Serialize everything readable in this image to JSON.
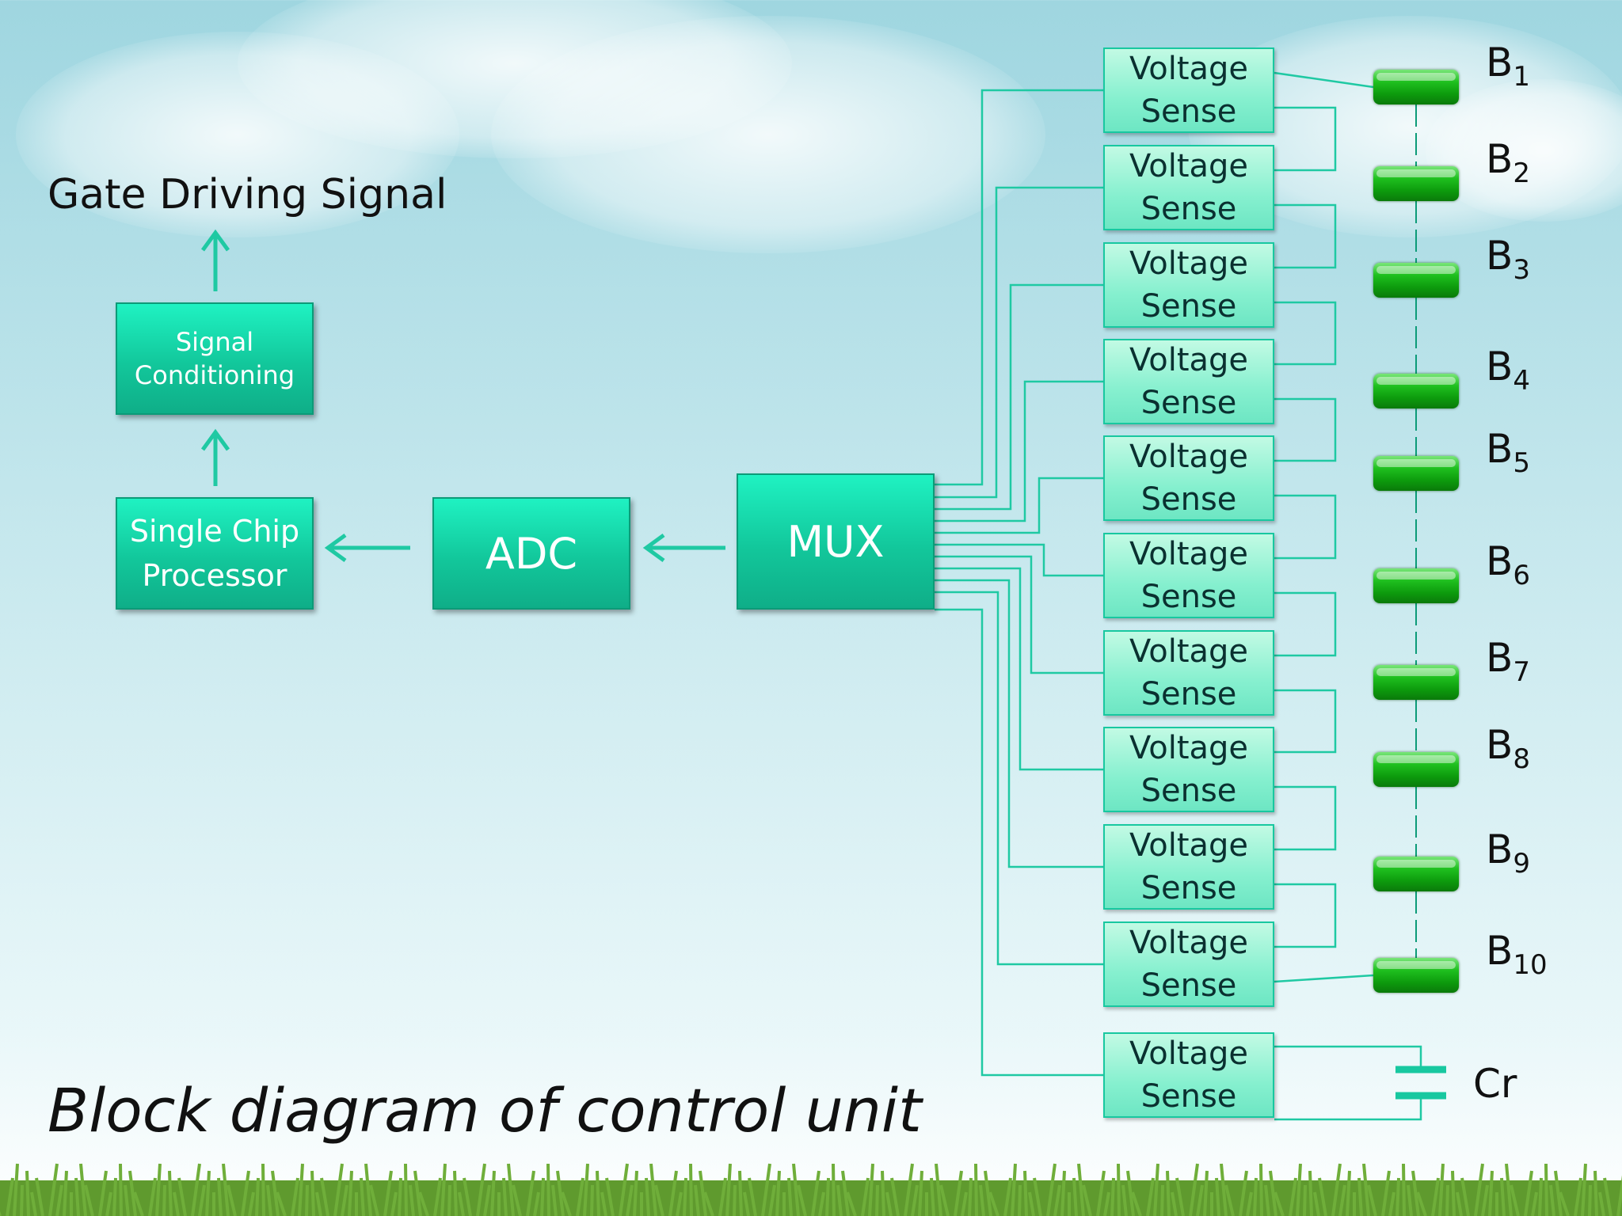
{
  "gate_label": "Gate Driving Signal",
  "signal_conditioning": {
    "line1": "Signal",
    "line2": "Conditioning"
  },
  "processor": {
    "line1": "Single Chip",
    "line2": "Processor"
  },
  "adc_label": "ADC",
  "mux_label": "MUX",
  "voltage_sense": [
    {
      "line1": "Voltage",
      "line2": "Sense"
    },
    {
      "line1": "Voltage",
      "line2": "Sense"
    },
    {
      "line1": "Voltage",
      "line2": "Sense"
    },
    {
      "line1": "Voltage",
      "line2": "Sense"
    },
    {
      "line1": "Voltage",
      "line2": "Sense"
    },
    {
      "line1": "Voltage",
      "line2": "Sense"
    },
    {
      "line1": "Voltage",
      "line2": "Sense"
    },
    {
      "line1": "Voltage",
      "line2": "Sense"
    },
    {
      "line1": "Voltage",
      "line2": "Sense"
    },
    {
      "line1": "Voltage",
      "line2": "Sense"
    },
    {
      "line1": "Voltage",
      "line2": "Sense"
    }
  ],
  "batteries": [
    {
      "letter": "B",
      "index": "1"
    },
    {
      "letter": "B",
      "index": "2"
    },
    {
      "letter": "B",
      "index": "3"
    },
    {
      "letter": "B",
      "index": "4"
    },
    {
      "letter": "B",
      "index": "5"
    },
    {
      "letter": "B",
      "index": "6"
    },
    {
      "letter": "B",
      "index": "7"
    },
    {
      "letter": "B",
      "index": "8"
    },
    {
      "letter": "B",
      "index": "9"
    },
    {
      "letter": "B",
      "index": "10"
    }
  ],
  "capacitor_label": "Cr",
  "caption": "Block diagram of control unit",
  "colors": {
    "block": "#12c79b",
    "wire": "#1fc9a3",
    "sense_fill": "#86f0cf",
    "battery": "#1fc01f"
  }
}
